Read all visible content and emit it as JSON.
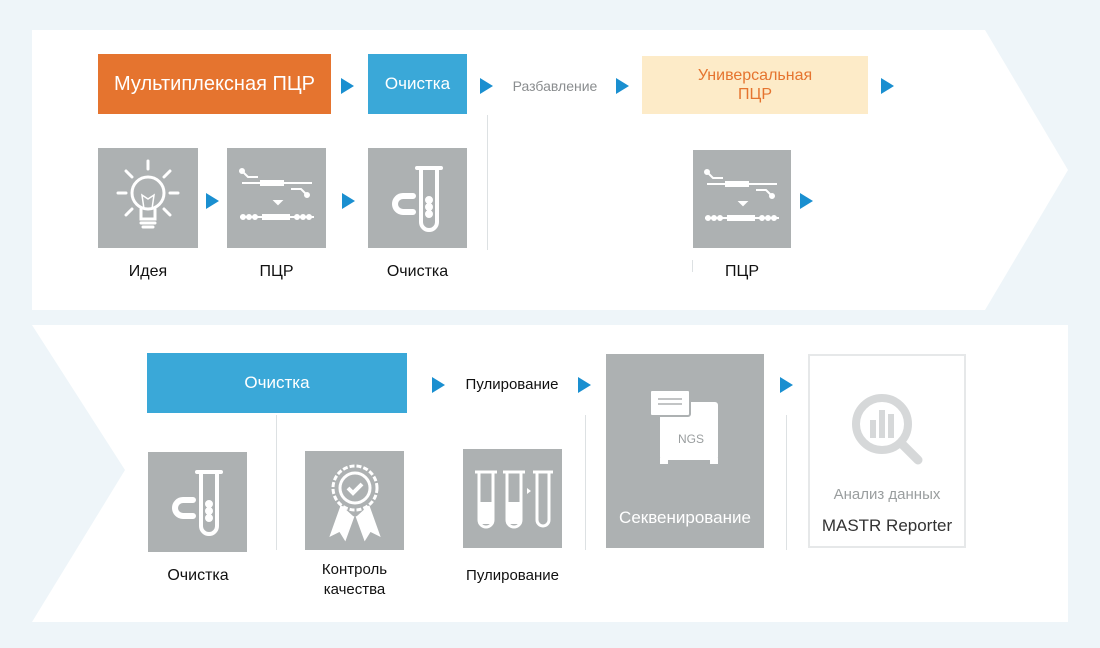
{
  "top": {
    "steps": [
      "Мультиплексная ПЦР",
      "Очистка",
      "Разбавление",
      "Универсальная ПЦР"
    ],
    "icons": [
      {
        "icon": "lightbulb-icon",
        "label": "Идея"
      },
      {
        "icon": "pcr-icon",
        "label": "ПЦР"
      },
      {
        "icon": "magnet-tube-icon",
        "label": "Очистка"
      },
      {
        "icon": "pcr-icon",
        "label": "ПЦР"
      }
    ]
  },
  "bottom": {
    "steps": [
      "Очистка",
      "Пулирование"
    ],
    "icons": [
      {
        "icon": "magnet-tube-icon",
        "label": "Очистка"
      },
      {
        "icon": "award-icon",
        "label": "Контроль качества"
      },
      {
        "icon": "tubes-icon",
        "label": "Пулирование"
      }
    ],
    "sequencing": {
      "icon": "ngs-sequencer-icon",
      "badge": "NGS",
      "label": "Секвенирование"
    },
    "analysis": {
      "icon": "magnifier-chart-icon",
      "title": "Анализ данных",
      "product": "MASTR Reporter"
    }
  },
  "colors": {
    "orange": "#e5742f",
    "blue": "#3aa8d8",
    "cream": "#fdebc8",
    "arrow": "#1a8fd0",
    "tile": "#adb1b2"
  }
}
